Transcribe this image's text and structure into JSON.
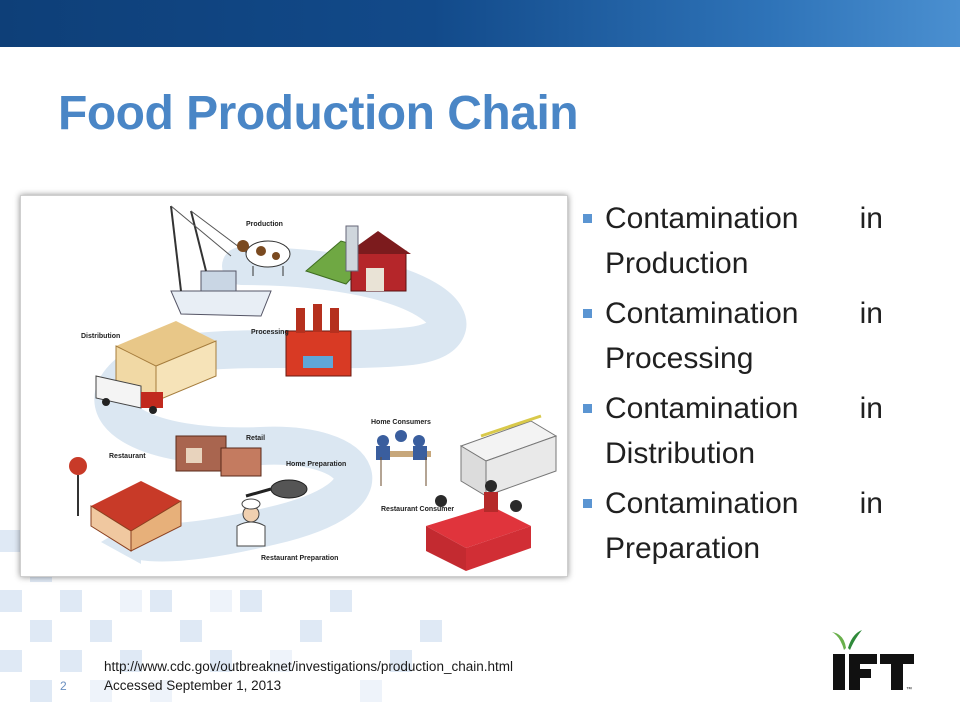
{
  "slide": {
    "title": "Food Production Chain",
    "page_number": "2"
  },
  "bullets": [
    {
      "lead": "Contamination",
      "mid": "in",
      "rest": "Production"
    },
    {
      "lead": "Contamination",
      "mid": "in",
      "rest": "Processing"
    },
    {
      "lead": "Contamination",
      "mid": "in",
      "rest": "Distribution"
    },
    {
      "lead": "Contamination",
      "mid": "in",
      "rest": "Preparation"
    }
  ],
  "illustration": {
    "labels": {
      "production": "Production",
      "processing": "Processing",
      "distribution": "Distribution",
      "retail": "Retail",
      "restaurant": "Restaurant",
      "home_preparation": "Home Preparation",
      "home_consumers": "Home Consumers",
      "restaurant_consumer": "Restaurant Consumer",
      "restaurant_preparation": "Restaurant Preparation"
    }
  },
  "source": {
    "url": "http://www.cdc.gov/outbreaknet/investigations/production_chain.html",
    "accessed": "Accessed September 1, 2013"
  },
  "logo": {
    "text": "IFT",
    "mark": "™"
  },
  "colors": {
    "accent": "#4a86c6",
    "bar": "#124a8a",
    "bullet": "#5b95d2"
  }
}
